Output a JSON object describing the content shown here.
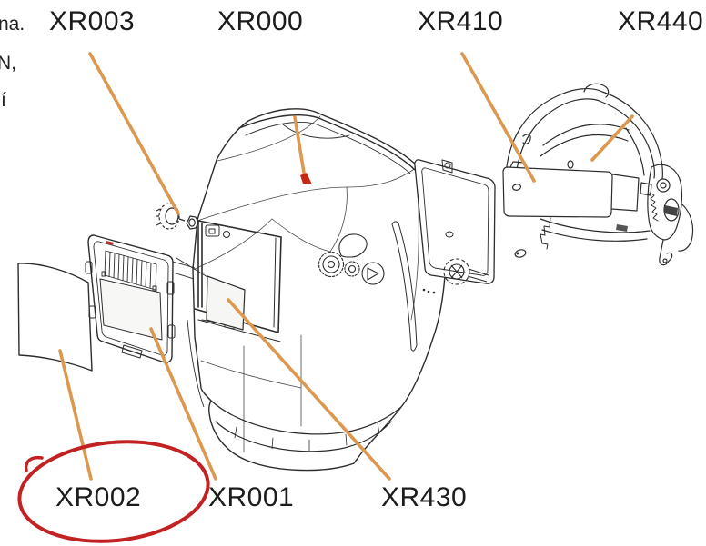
{
  "diagram": {
    "type": "exploded-parts-diagram",
    "subject": "welding-helmet",
    "labels": {
      "xr003": "XR003",
      "xr000": "XR000",
      "xr410": "XR410",
      "xr440": "XR440",
      "xr002": "XR002",
      "xr001": "XR001",
      "xr430": "XR430"
    },
    "parts": [
      {
        "label": "XR000",
        "part": "helmet-shell"
      },
      {
        "label": "XR003",
        "part": "fixation-knob"
      },
      {
        "label": "XR002",
        "part": "front-cover-lens"
      },
      {
        "label": "XR001",
        "part": "adf-filter-cartridge"
      },
      {
        "label": "XR430",
        "part": "inner-protection-plate"
      },
      {
        "label": "XR410",
        "part": "sweatband"
      },
      {
        "label": "XR440",
        "part": "headgear-harness"
      }
    ],
    "annotations": {
      "red_circle_around": "XR002"
    }
  },
  "edge_fragments": [
    "na.",
    "N,",
    "í"
  ],
  "colors": {
    "background": "#ffffff",
    "leader_line": "#dd9850",
    "highlight": "#c32222",
    "arrow_red": "#c62817",
    "drawing_line": "#2d2d2d",
    "label_text": "#1c1c1c"
  }
}
